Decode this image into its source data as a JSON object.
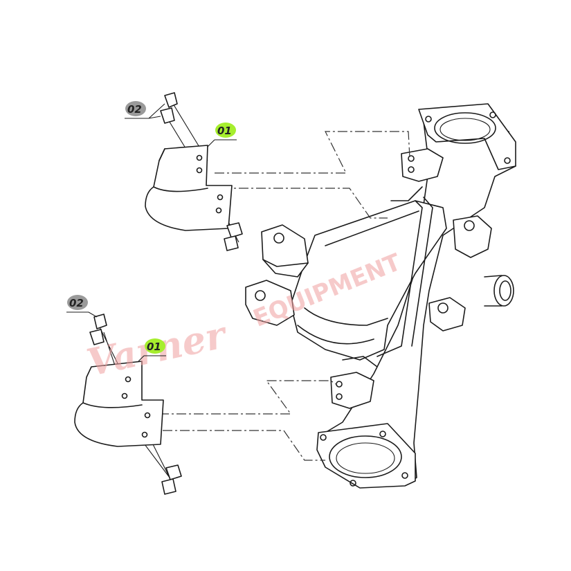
{
  "callouts": {
    "top_bolts": "02",
    "top_bracket": "01",
    "bottom_bolts": "02",
    "bottom_bracket": "01"
  },
  "watermark": {
    "script_text": "Varner",
    "block_text": "EQUIPMENT"
  },
  "colors": {
    "highlight": "#a6ee2e",
    "callout_grey": "#9a9a9a",
    "watermark": "#f0a0a0",
    "line": "#1a1a1a"
  }
}
